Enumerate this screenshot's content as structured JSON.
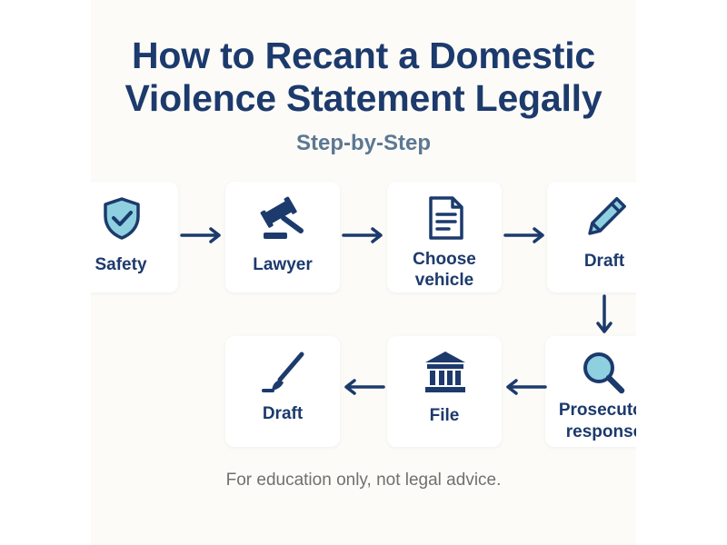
{
  "header": {
    "title_line1": "How to Recant a Domestic",
    "title_line2": "Violence Statement Legally",
    "subtitle": "Step-by-Step"
  },
  "steps": [
    {
      "label": "Safety",
      "icon": "shield-check-icon"
    },
    {
      "label": "Lawyer",
      "icon": "gavel-icon"
    },
    {
      "label": "Choose vehicle",
      "icon": "document-icon"
    },
    {
      "label": "Draft",
      "icon": "pencil-icon"
    },
    {
      "label": "Prosecutor response",
      "icon": "magnifier-icon"
    },
    {
      "label": "File",
      "icon": "courthouse-icon"
    },
    {
      "label": "Draft",
      "icon": "pen-brush-icon"
    }
  ],
  "footer": {
    "note": "For education only, not legal advice."
  },
  "colors": {
    "primary": "#1c3a6c",
    "accent_fill": "#8ed0e0",
    "subtitle": "#5b7893",
    "note": "#707070"
  }
}
